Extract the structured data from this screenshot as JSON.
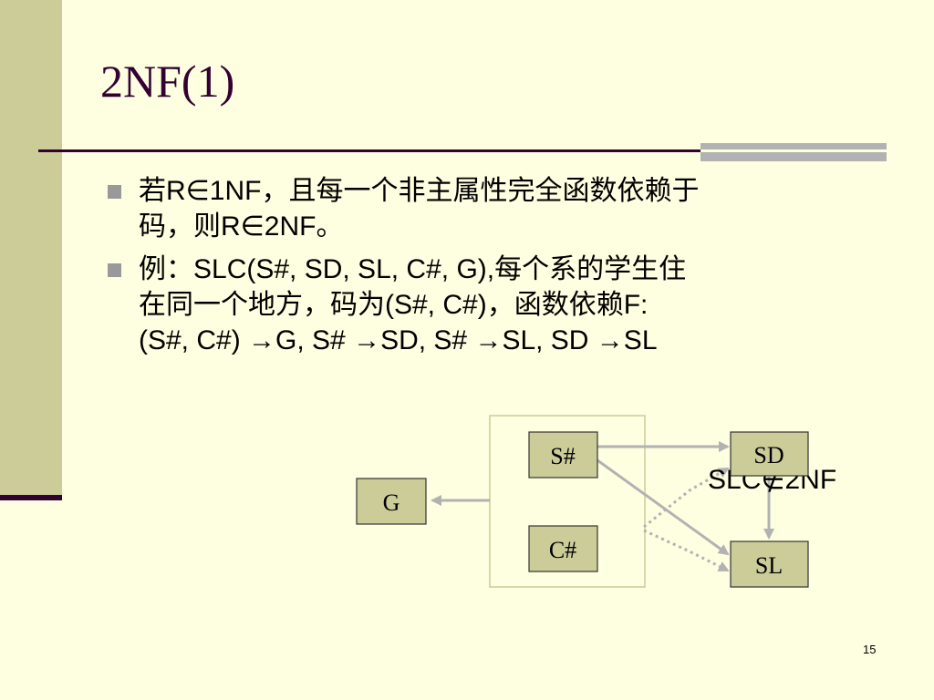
{
  "slide": {
    "title": "2NF(1)",
    "page_number": "15"
  },
  "bullets": [
    {
      "lines": [
        "若R∈1NF，且每一个非主属性完全函数依赖于",
        "码，则R∈2NF。"
      ]
    },
    {
      "lines": [
        "例：SLC(S#, SD, SL, C#, G),每个系的学生住",
        "在同一个地方，码为(S#, C#)，函数依赖F:",
        "(S#, C#) →G,   S# →SD,  S# →SL,  SD →SL"
      ]
    }
  ],
  "diagram": {
    "nodes": {
      "s_num": "S#",
      "c_num": "C#",
      "g": "G",
      "sd": "SD",
      "sl": "SL"
    },
    "conclusion": "SLC∉2NF"
  },
  "colors": {
    "background": "#FEFEE0",
    "title": "#330033",
    "accent_band": "#CCCC99",
    "node_fill": "#CCCC99",
    "arrow": "#B2B2B2"
  }
}
